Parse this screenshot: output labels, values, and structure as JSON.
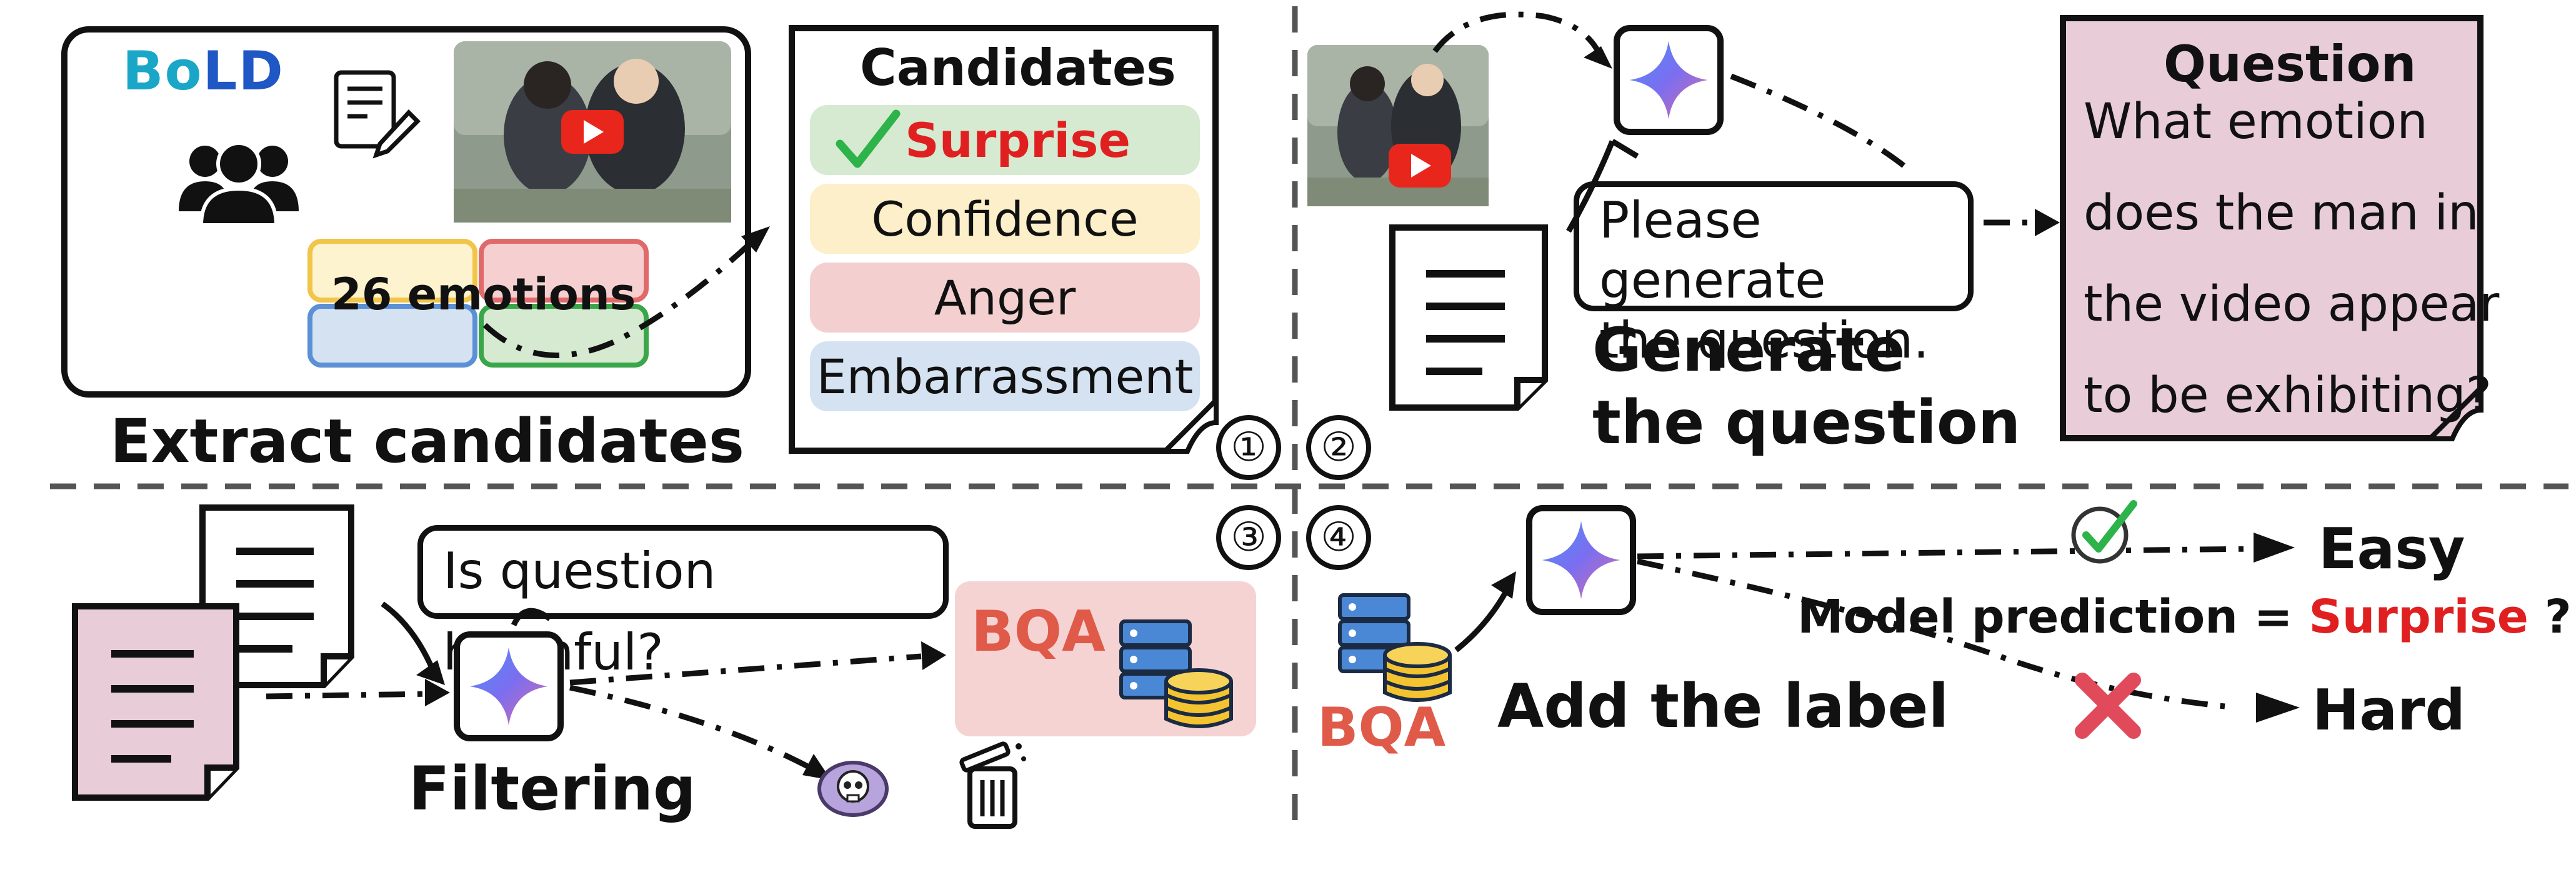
{
  "steps": {
    "step1": {
      "caption": "Extract candidates",
      "brand": "BoLD",
      "emotions_label": "26 emotions",
      "number": "①"
    },
    "step2": {
      "caption_line1": "Generate",
      "caption_line2": "the question",
      "prompt_line1": "Please generate",
      "prompt_line2": "the question.",
      "number": "②"
    },
    "step3": {
      "caption": "Filtering",
      "prompt": "Is question harmful?",
      "output": "BQA",
      "number": "③"
    },
    "step4": {
      "caption": "Add the label",
      "source": "BQA",
      "formula_prefix": "Model prediction = ",
      "formula_value": "Surprise",
      "formula_suffix": " ?",
      "easy": "Easy",
      "hard": "Hard",
      "number": "④"
    }
  },
  "candidates": {
    "title": "Candidates",
    "items": [
      {
        "label": "Surprise",
        "fill": "#d5ead0",
        "text_color": "#e02020",
        "checked": true
      },
      {
        "label": "Confidence",
        "fill": "#fcefc9",
        "text_color": "#222222",
        "checked": false
      },
      {
        "label": "Anger",
        "fill": "#f4cfcf",
        "text_color": "#222222",
        "checked": false
      },
      {
        "label": "Embarrassment",
        "fill": "#d4e2f2",
        "text_color": "#222222",
        "checked": false
      }
    ]
  },
  "question": {
    "title": "Question",
    "lines": [
      "What emotion",
      "does the man in",
      "the video appear",
      "to be exhibiting?"
    ]
  },
  "colors": {
    "brand_teal": "#1aa6c7",
    "brand_blue": "#1f57c4",
    "accent_red": "#e02020",
    "bqa_red": "#e05a4a",
    "question_fill": "#e8ccd8",
    "bqa_fill": "#f5d3d3",
    "check_green": "#2db34a"
  }
}
